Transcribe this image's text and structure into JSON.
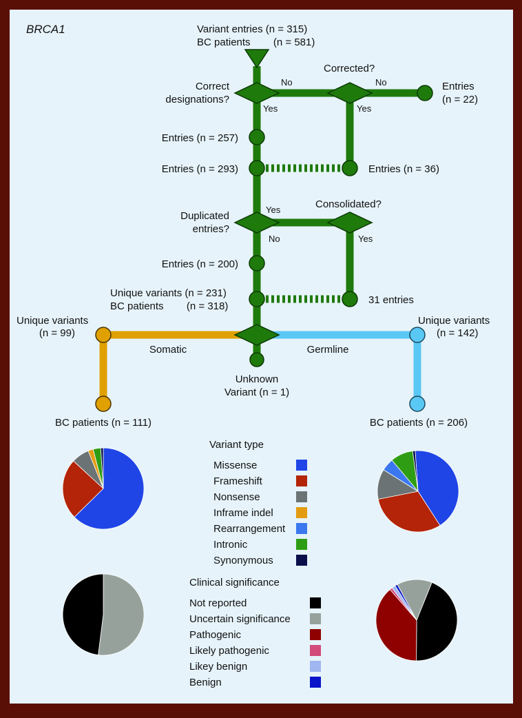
{
  "panel_title": "BRCA1",
  "colors": {
    "frame": "#5a0f06",
    "panel_bg": "#e6f3fa",
    "flow_green": "#1f7a0c",
    "node_green": "#1f7a0c",
    "somatic": "#e0a100",
    "germline": "#5ac8f5"
  },
  "flow": {
    "top_line1": "Variant entries (n = 315)",
    "top_line2": "BC patients        (n = 581)",
    "correct_designations_line1": "Correct",
    "correct_designations_line2": "designations?",
    "no_1": "No",
    "yes_1": "Yes",
    "corrected": "Corrected?",
    "no_2": "No",
    "yes_2": "Yes",
    "entries_22_line1": "Entries",
    "entries_22_line2": "(n = 22)",
    "entries_257": "Entries (n = 257)",
    "entries_293": "Entries (n = 293)",
    "entries_36": "Entries (n = 36)",
    "duplicated_line1": "Duplicated",
    "duplicated_line2": "entries?",
    "yes_3": "Yes",
    "no_3": "No",
    "consolidated": "Consolidated?",
    "yes_4": "Yes",
    "entries_200": "Entries (n = 200)",
    "unique_231": "Unique variants (n = 231)",
    "bc_318": "BC patients        (n = 318)",
    "entries_31": "31 entries",
    "somatic_unique_line1": "Unique variants",
    "somatic_unique_line2": "(n = 99)",
    "germline_unique_line1": "Unique variants",
    "germline_unique_line2": "(n = 142)",
    "somatic_label": "Somatic",
    "germline_label": "Germline",
    "unknown_line1": "Unknown",
    "unknown_line2": "Variant (n = 1)",
    "somatic_bc": "BC patients (n = 111)",
    "germline_bc": "BC patients (n = 206)"
  },
  "legend_variant": {
    "title": "Variant type",
    "items": [
      {
        "label": "Missense",
        "color": "#1f45e6"
      },
      {
        "label": "Frameshift",
        "color": "#b32408"
      },
      {
        "label": "Nonsense",
        "color": "#6b7374"
      },
      {
        "label": "Inframe indel",
        "color": "#e39c12"
      },
      {
        "label": "Rearrangement",
        "color": "#3b78ef"
      },
      {
        "label": "Intronic",
        "color": "#2f9d14"
      },
      {
        "label": "Synonymous",
        "color": "#0a0f4a"
      }
    ]
  },
  "legend_clinical": {
    "title": "Clinical significance",
    "items": [
      {
        "label": "Not reported",
        "color": "#000000"
      },
      {
        "label": "Uncertain significance",
        "color": "#97a19c"
      },
      {
        "label": "Pathogenic",
        "color": "#8f0000"
      },
      {
        "label": "Likely pathogenic",
        "color": "#d24b7a"
      },
      {
        "label": "Likey benign",
        "color": "#9fb6f0"
      },
      {
        "label": "Benign",
        "color": "#0a14c8"
      }
    ]
  },
  "chart_data": [
    {
      "type": "pie",
      "name": "Somatic variant type",
      "categories": [
        "Missense",
        "Frameshift",
        "Nonsense",
        "Inframe indel",
        "Rearrangement",
        "Intronic",
        "Synonymous"
      ],
      "values": [
        62,
        24,
        7,
        2,
        0,
        3,
        1
      ]
    },
    {
      "type": "pie",
      "name": "Germline variant type",
      "categories": [
        "Missense",
        "Frameshift",
        "Nonsense",
        "Inframe indel",
        "Rearrangement",
        "Intronic",
        "Synonymous"
      ],
      "values": [
        42,
        31,
        12,
        0,
        5,
        9,
        1
      ]
    },
    {
      "type": "pie",
      "name": "Somatic clinical significance",
      "categories": [
        "Not reported",
        "Uncertain significance",
        "Pathogenic",
        "Likely pathogenic",
        "Likey benign",
        "Benign"
      ],
      "values": [
        48,
        52,
        0,
        0,
        0,
        0
      ]
    },
    {
      "type": "pie",
      "name": "Germline clinical significance",
      "categories": [
        "Not reported",
        "Uncertain significance",
        "Pathogenic",
        "Likely pathogenic",
        "Likey benign",
        "Benign"
      ],
      "values": [
        44,
        14,
        38.5,
        1,
        1.5,
        1
      ]
    }
  ]
}
